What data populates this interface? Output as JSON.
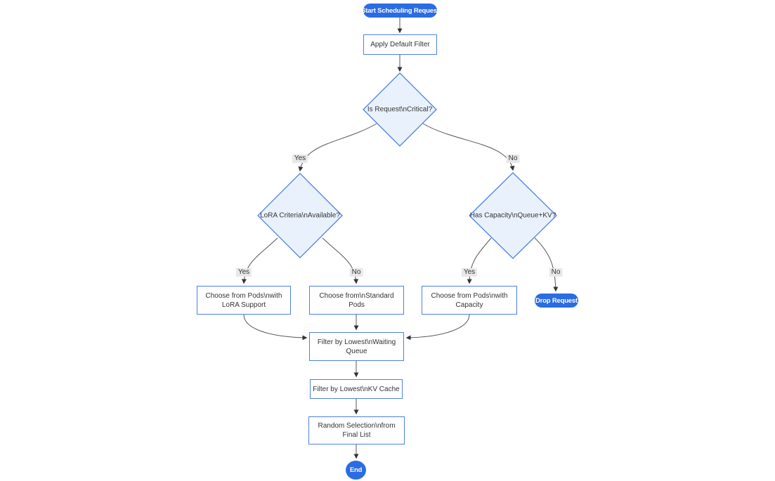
{
  "diagram": {
    "type": "flowchart",
    "direction": "top-down",
    "colors": {
      "accent_blue": "#2a6ce2",
      "node_border": "#4d80e4",
      "decision_fill": "#e9f2fc",
      "process_fill": "#ffffff",
      "text": "#333333",
      "edge_line": "#555555",
      "edge_label_bg": "#e8e8e8",
      "stadium_text": "#ffffff"
    },
    "nodes": {
      "start": {
        "type": "stadium",
        "label": "Start Scheduling Request"
      },
      "apply_filter": {
        "type": "process",
        "line1": "Apply Default Filter"
      },
      "is_critical": {
        "type": "decision",
        "label": "Is Request\\nCritical?"
      },
      "lora_criteria": {
        "type": "decision",
        "label": "LoRA Criteria\\nAvailable?"
      },
      "has_capacity": {
        "type": "decision",
        "label": "Has Capacity\\nQueue+KV?"
      },
      "choose_lora_pods": {
        "type": "process",
        "line1": "Choose from Pods\\nwith",
        "line2": "LoRA Support"
      },
      "choose_standard_pods": {
        "type": "process",
        "line1": "Choose from\\nStandard",
        "line2": "Pods"
      },
      "choose_capacity_pods": {
        "type": "process",
        "line1": "Choose from Pods\\nwith",
        "line2": "Capacity"
      },
      "drop_request": {
        "type": "stadium",
        "label": "Drop Request"
      },
      "filter_waiting_queue": {
        "type": "process",
        "line1": "Filter by Lowest\\nWaiting",
        "line2": "Queue"
      },
      "filter_kv_cache": {
        "type": "process",
        "line1": "Filter by Lowest\\nKV Cache"
      },
      "random_selection": {
        "type": "process",
        "line1": "Random Selection\\nfrom",
        "line2": "Final List"
      },
      "end": {
        "type": "circle",
        "label": "End"
      }
    },
    "edge_labels": {
      "critical_yes": "Yes",
      "critical_no": "No",
      "lora_yes": "Yes",
      "lora_no": "No",
      "capacity_yes": "Yes",
      "capacity_no": "No"
    }
  }
}
